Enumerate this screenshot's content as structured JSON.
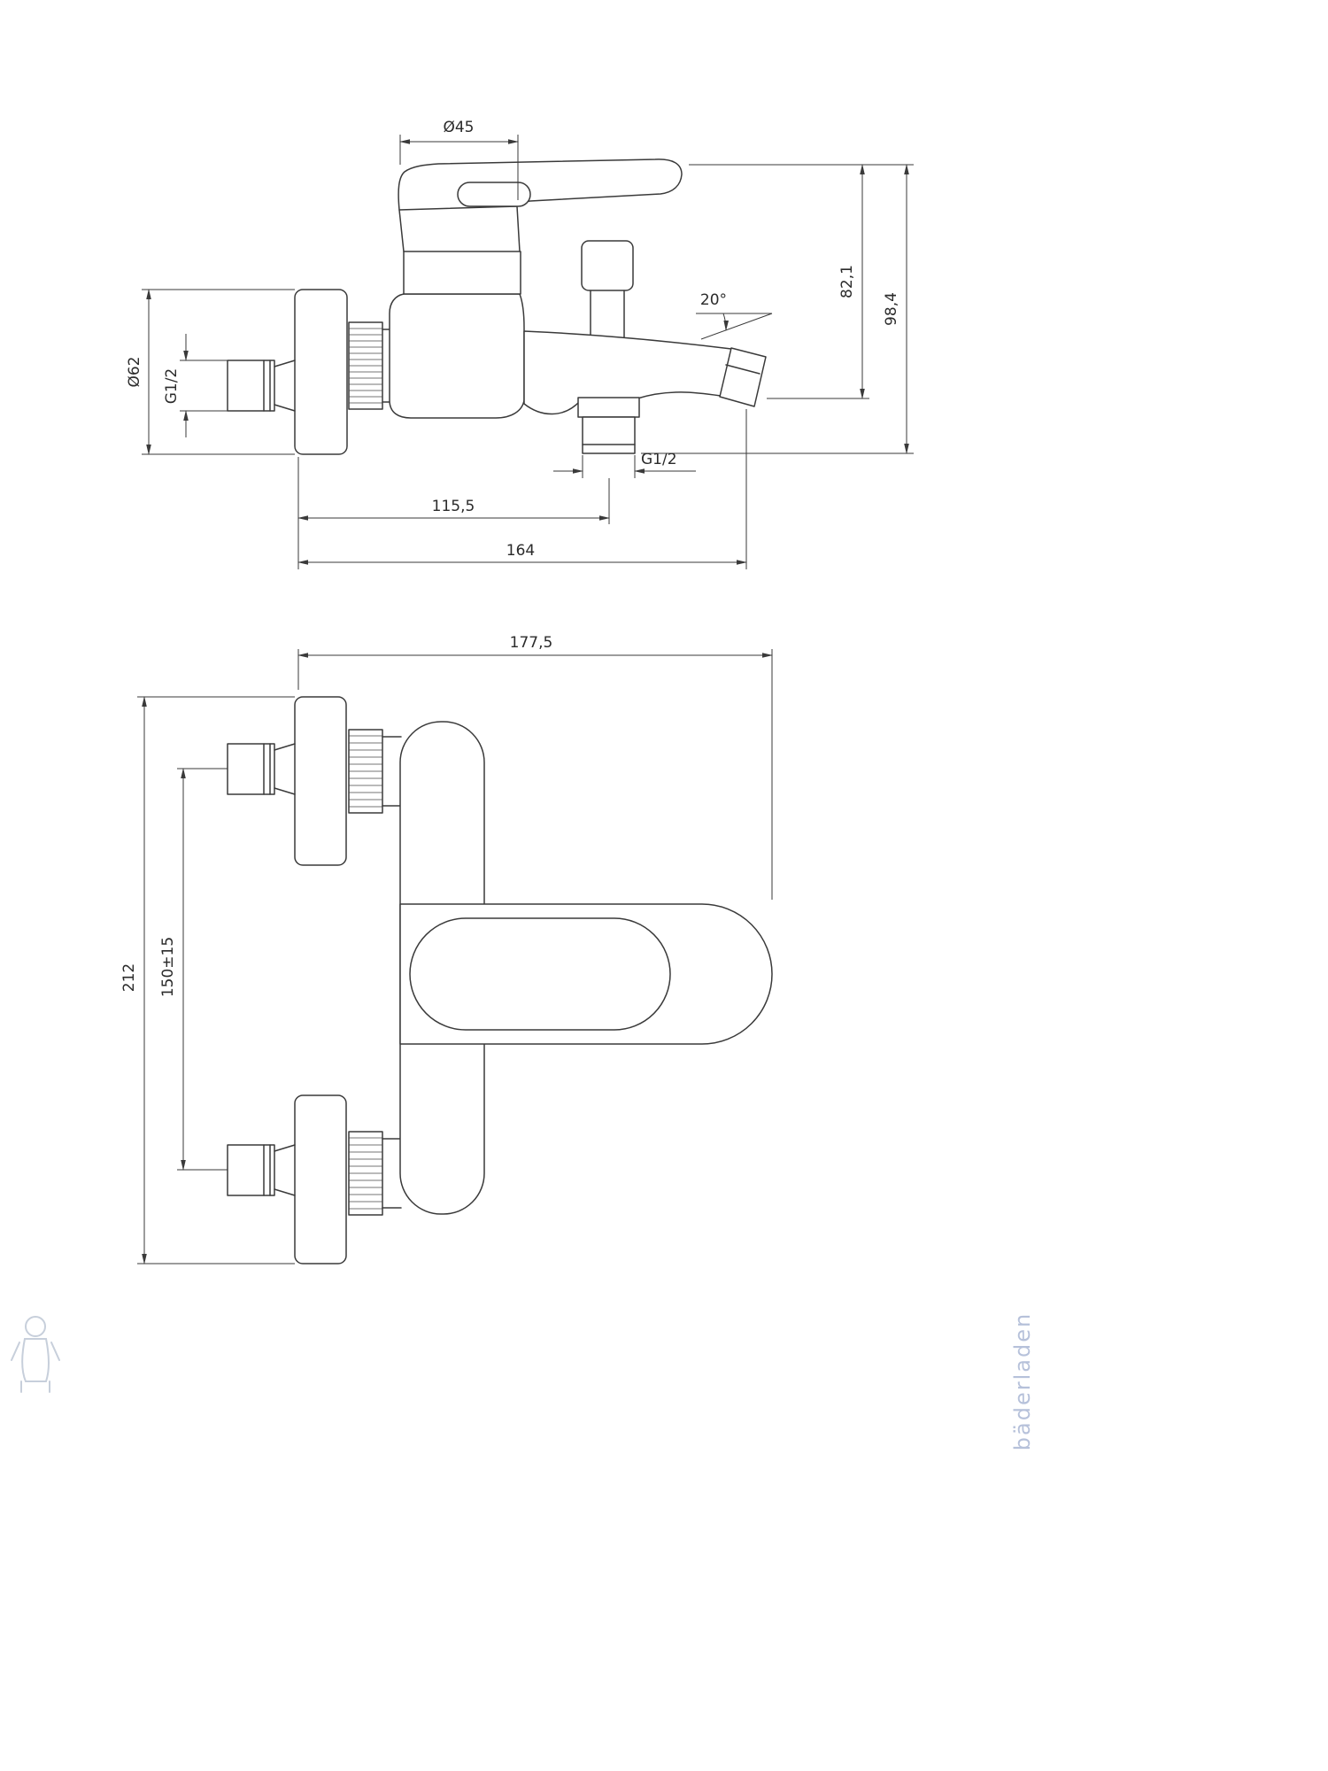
{
  "page": {
    "background": "#ffffff",
    "line_color": "#3a3a3a"
  },
  "side_view": {
    "name": "bath-mixer-side-view",
    "dims": {
      "handle_width": "Ø45",
      "spout_height": "82,1",
      "total_height": "98,4",
      "flange_diameter": "Ø62",
      "inlet_thread": "G1/2",
      "spout_angle": "20°",
      "outlet_thread": "G1/2",
      "wall_to_outlet": "115,5",
      "wall_to_tip": "164"
    }
  },
  "front_view": {
    "name": "bath-mixer-front-view",
    "dims": {
      "overall_width": "177,5",
      "overall_height": "212",
      "inlet_spacing": "150±15"
    }
  },
  "watermark": {
    "shop_text": "bäderladen"
  }
}
